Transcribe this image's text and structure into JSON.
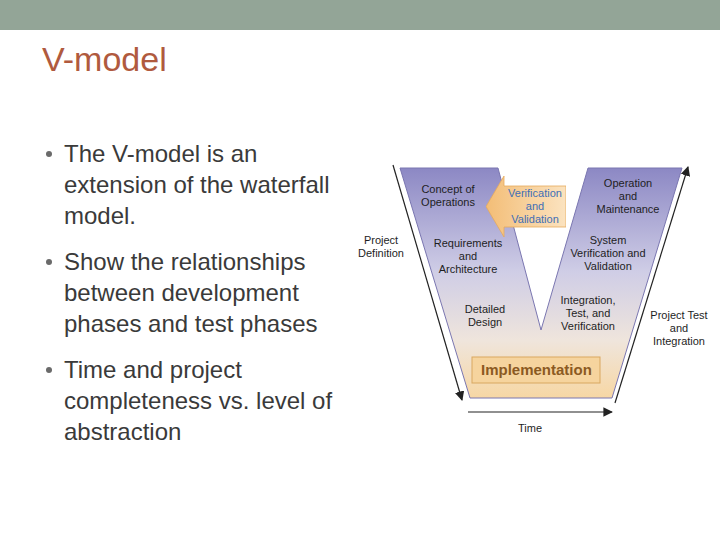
{
  "diagram": {
    "title": "V-model",
    "nodes": [
      {
        "text": [
          "Verification and Validation"
        ]
      }
    ],
    "labels": [
      "The V-model is an extension of the waterfall model.",
      "Show the relationships between development phases and test phases",
      "Time and project completeness vs. level of abstraction",
      "Project Definition",
      "Concept of Operations",
      "Requirements and Architecture",
      "Detailed Design",
      "Implementation",
      "Operation and Maintenance",
      "System Verification and Validation",
      "Integration, Test, and Verification",
      "Project Test and Integration",
      "Time"
    ]
  }
}
